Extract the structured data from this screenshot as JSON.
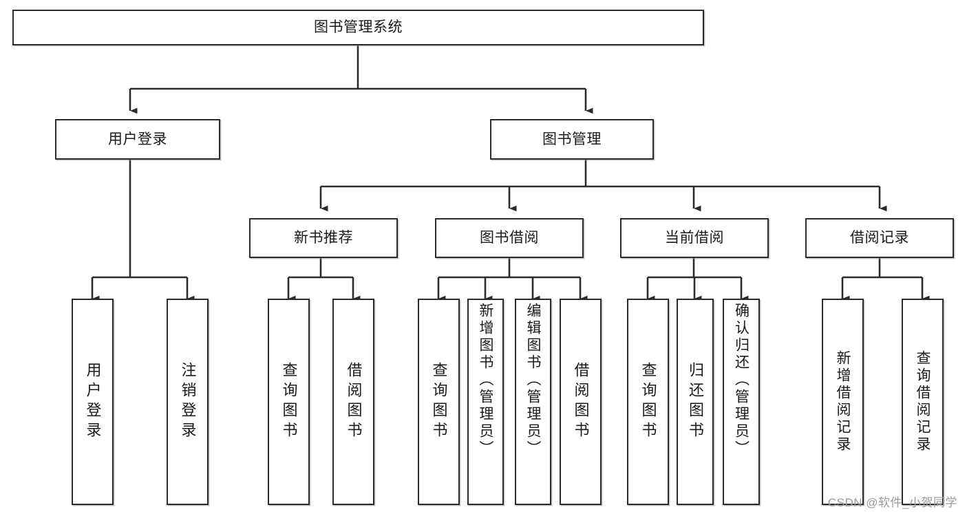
{
  "diagram": {
    "title": "图书管理系统",
    "type": "tree",
    "watermark": "CSDN @软件_小贺同学",
    "colors": {
      "stroke": "#2b2b2b",
      "fill": "#ffffff",
      "text": "#1a1a1a",
      "watermark": "#9a9a9a"
    },
    "levels": {
      "root": {
        "label": "图书管理系统"
      },
      "level2": [
        {
          "label": "用户登录"
        },
        {
          "label": "图书管理"
        }
      ],
      "level3": [
        {
          "label": "新书推荐"
        },
        {
          "label": "图书借阅"
        },
        {
          "label": "当前借阅"
        },
        {
          "label": "借阅记录"
        }
      ],
      "leaves": [
        {
          "label": "用户登录",
          "parent": "用户登录"
        },
        {
          "label": "注销登录",
          "parent": "用户登录"
        },
        {
          "label": "查询图书",
          "parent": "新书推荐"
        },
        {
          "label": "借阅图书",
          "parent": "新书推荐"
        },
        {
          "label": "查询图书",
          "parent": "图书借阅"
        },
        {
          "label": "新增图书（管理员）",
          "parent": "图书借阅"
        },
        {
          "label": "编辑图书（管理员）",
          "parent": "图书借阅"
        },
        {
          "label": "借阅图书",
          "parent": "图书借阅"
        },
        {
          "label": "查询图书",
          "parent": "当前借阅"
        },
        {
          "label": "归还图书",
          "parent": "当前借阅"
        },
        {
          "label": "确认归还（管理员）",
          "parent": "当前借阅"
        },
        {
          "label": "新增借阅记录",
          "parent": "借阅记录"
        },
        {
          "label": "查询借阅记录",
          "parent": "借阅记录"
        }
      ]
    }
  }
}
